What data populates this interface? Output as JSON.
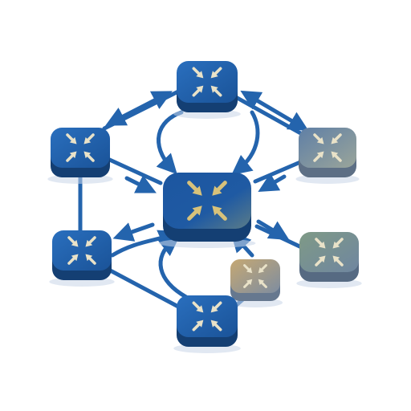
{
  "diagram": {
    "kind": "network-topology",
    "icon": "router-icon",
    "colors": {
      "primary": "#1f5fa8",
      "primary_dark": "#143f73",
      "hub_top": "#1a4f8f",
      "hub_glyph": "#d8c27a",
      "glyph_light": "#e9e2c8",
      "gray_blue": "#8193a6",
      "sage": "#8a9a86",
      "tan": "#b89f6e",
      "line": "#2464ad",
      "shadow": "#c9d6e8"
    },
    "nodes": [
      {
        "id": "top",
        "variant": "blue"
      },
      {
        "id": "left-upper",
        "variant": "blue"
      },
      {
        "id": "right-upper",
        "variant": "gray-blue"
      },
      {
        "id": "hub",
        "variant": "hub"
      },
      {
        "id": "left-lower",
        "variant": "blue"
      },
      {
        "id": "right-lower",
        "variant": "sage"
      },
      {
        "id": "small-tan",
        "variant": "tan"
      },
      {
        "id": "bottom",
        "variant": "blue"
      }
    ]
  }
}
